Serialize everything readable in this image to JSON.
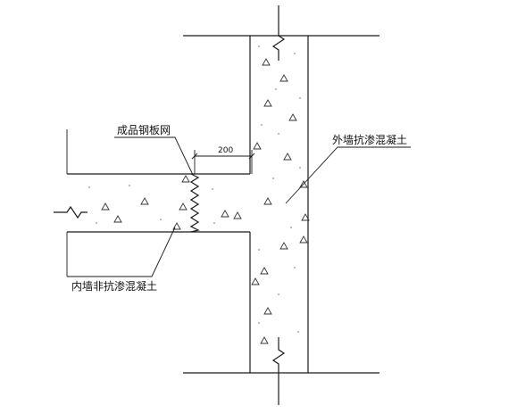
{
  "labels": {
    "steel_mesh": "成品钢板网",
    "exterior_concrete": "外墙抗渗混凝土",
    "interior_concrete": "内墙非抗渗混凝土"
  },
  "dimension": {
    "value": "200"
  }
}
